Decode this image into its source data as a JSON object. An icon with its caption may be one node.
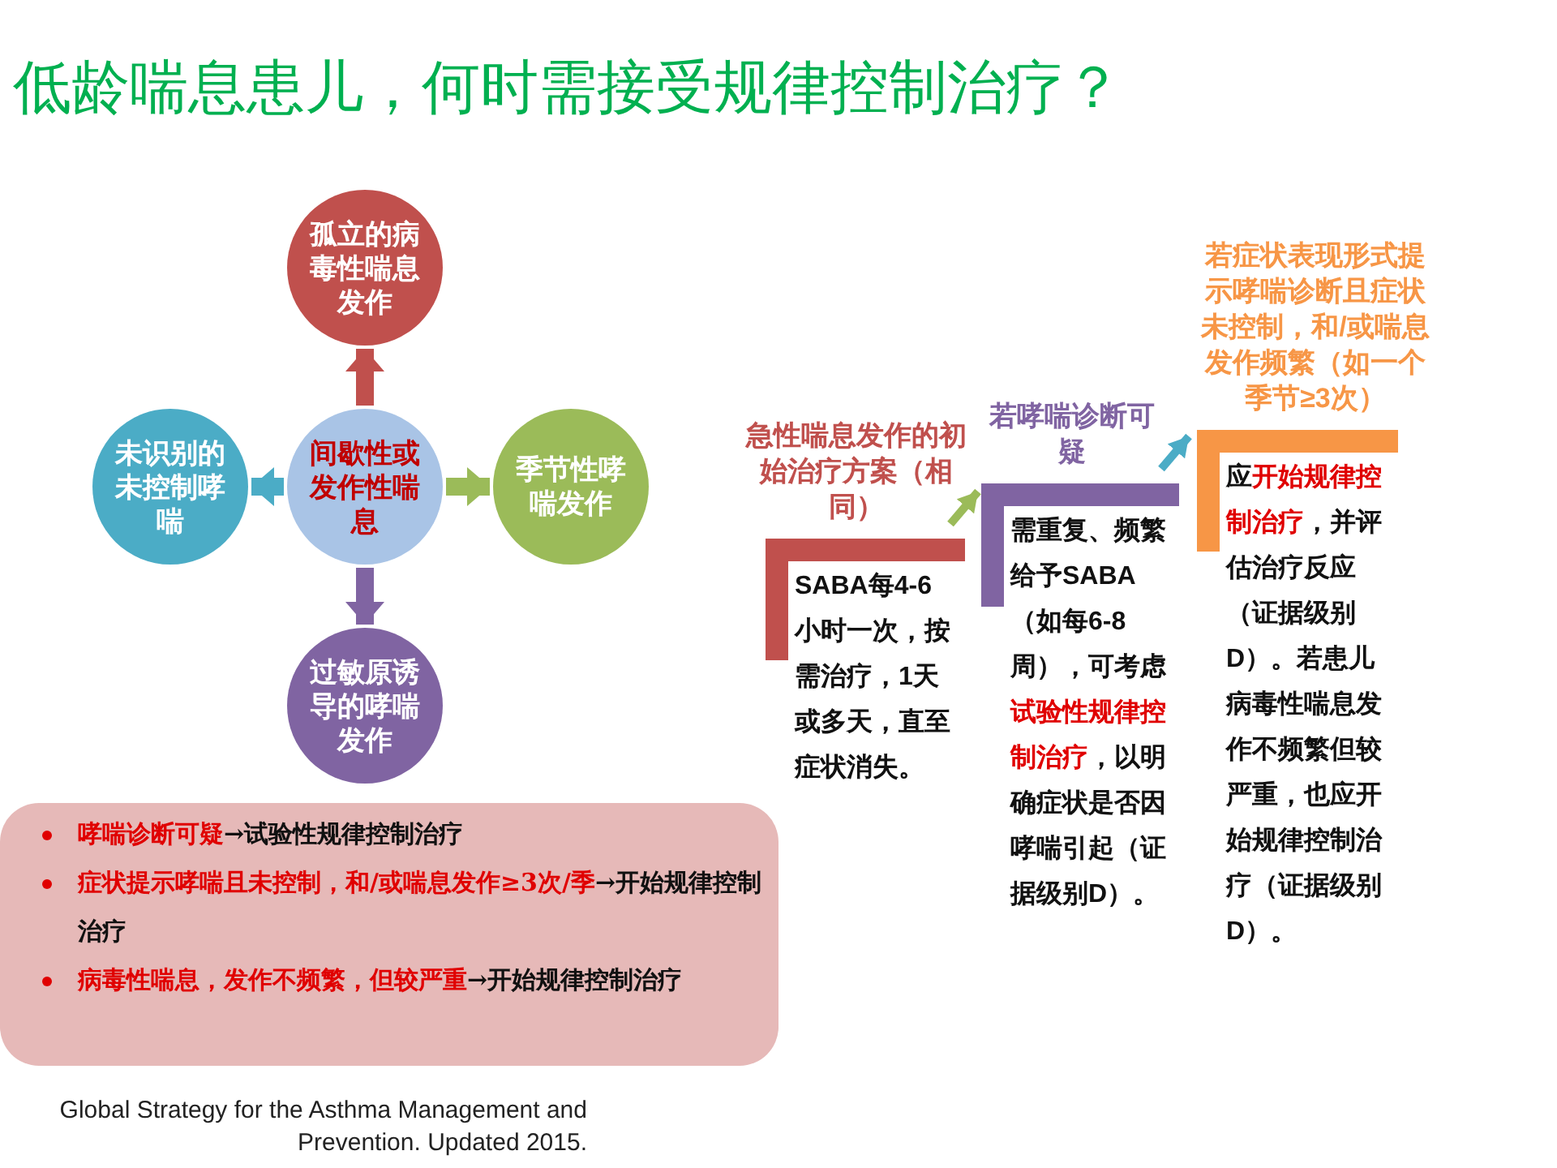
{
  "diagram": {
    "title": "低龄喘息患儿，何时需接受规律控制治疗？",
    "caption": "Global Strategy for the Asthma Management and Prevention. Updated 2015.",
    "nodes": [
      {
        "text": [
          "间歇性或发作性喘息"
        ]
      },
      {
        "text": [
          "孤立的病毒性喘息发作"
        ]
      },
      {
        "text": [
          "季节性哮喘发作"
        ]
      },
      {
        "text": [
          "过敏原诱导的哮喘发作"
        ]
      },
      {
        "text": [
          "未识别的未控制哮喘"
        ]
      },
      {
        "text": [
          "急性喘息发作的初始治疗方案（相同）",
          "SABA每4-6小时一次，按需治疗，1天或多天，直至症状消失。"
        ]
      },
      {
        "text": [
          "若哮喘诊断可疑",
          "需重复、频繁给予SABA（如每6-8周），可考虑**试验性规律控制治疗**，以明确症状是否因哮喘引起（证据级别D）。"
        ]
      },
      {
        "text": [
          "若症状表现形式提示哮喘诊断且症状未控制，和/或喘息发作频繁（如一个季节≥3次）",
          "应**开始规律控制治疗**，并评估治疗反应（证据级别D）。若患儿病毒性喘息发作不频繁但较严重，也应开始规律控制治疗（证据级别D）。"
        ]
      },
      {
        "text": [
          "**哮喘诊断可疑**→试验性规律控制治疗",
          "**症状提示哮喘且未控制，和/或喘息发作≥3次/季**→开始规律控制治疗",
          "**病毒性喘息，发作不频繁，但较严重**→开始规律控制治疗"
        ]
      }
    ],
    "edges": [
      {
        "from": 0,
        "to": 1,
        "arrow": "to",
        "color": "#c0504d"
      },
      {
        "from": 0,
        "to": 2,
        "arrow": "to",
        "color": "#9bbb59"
      },
      {
        "from": 0,
        "to": 3,
        "arrow": "to",
        "color": "#8064a2"
      },
      {
        "from": 0,
        "to": 4,
        "arrow": "to",
        "color": "#4bacc6"
      },
      {
        "from": 5,
        "to": 6,
        "arrow": "to",
        "color": "#9bbb59"
      },
      {
        "from": 6,
        "to": 7,
        "arrow": "to",
        "color": "#4bacc6"
      }
    ]
  }
}
